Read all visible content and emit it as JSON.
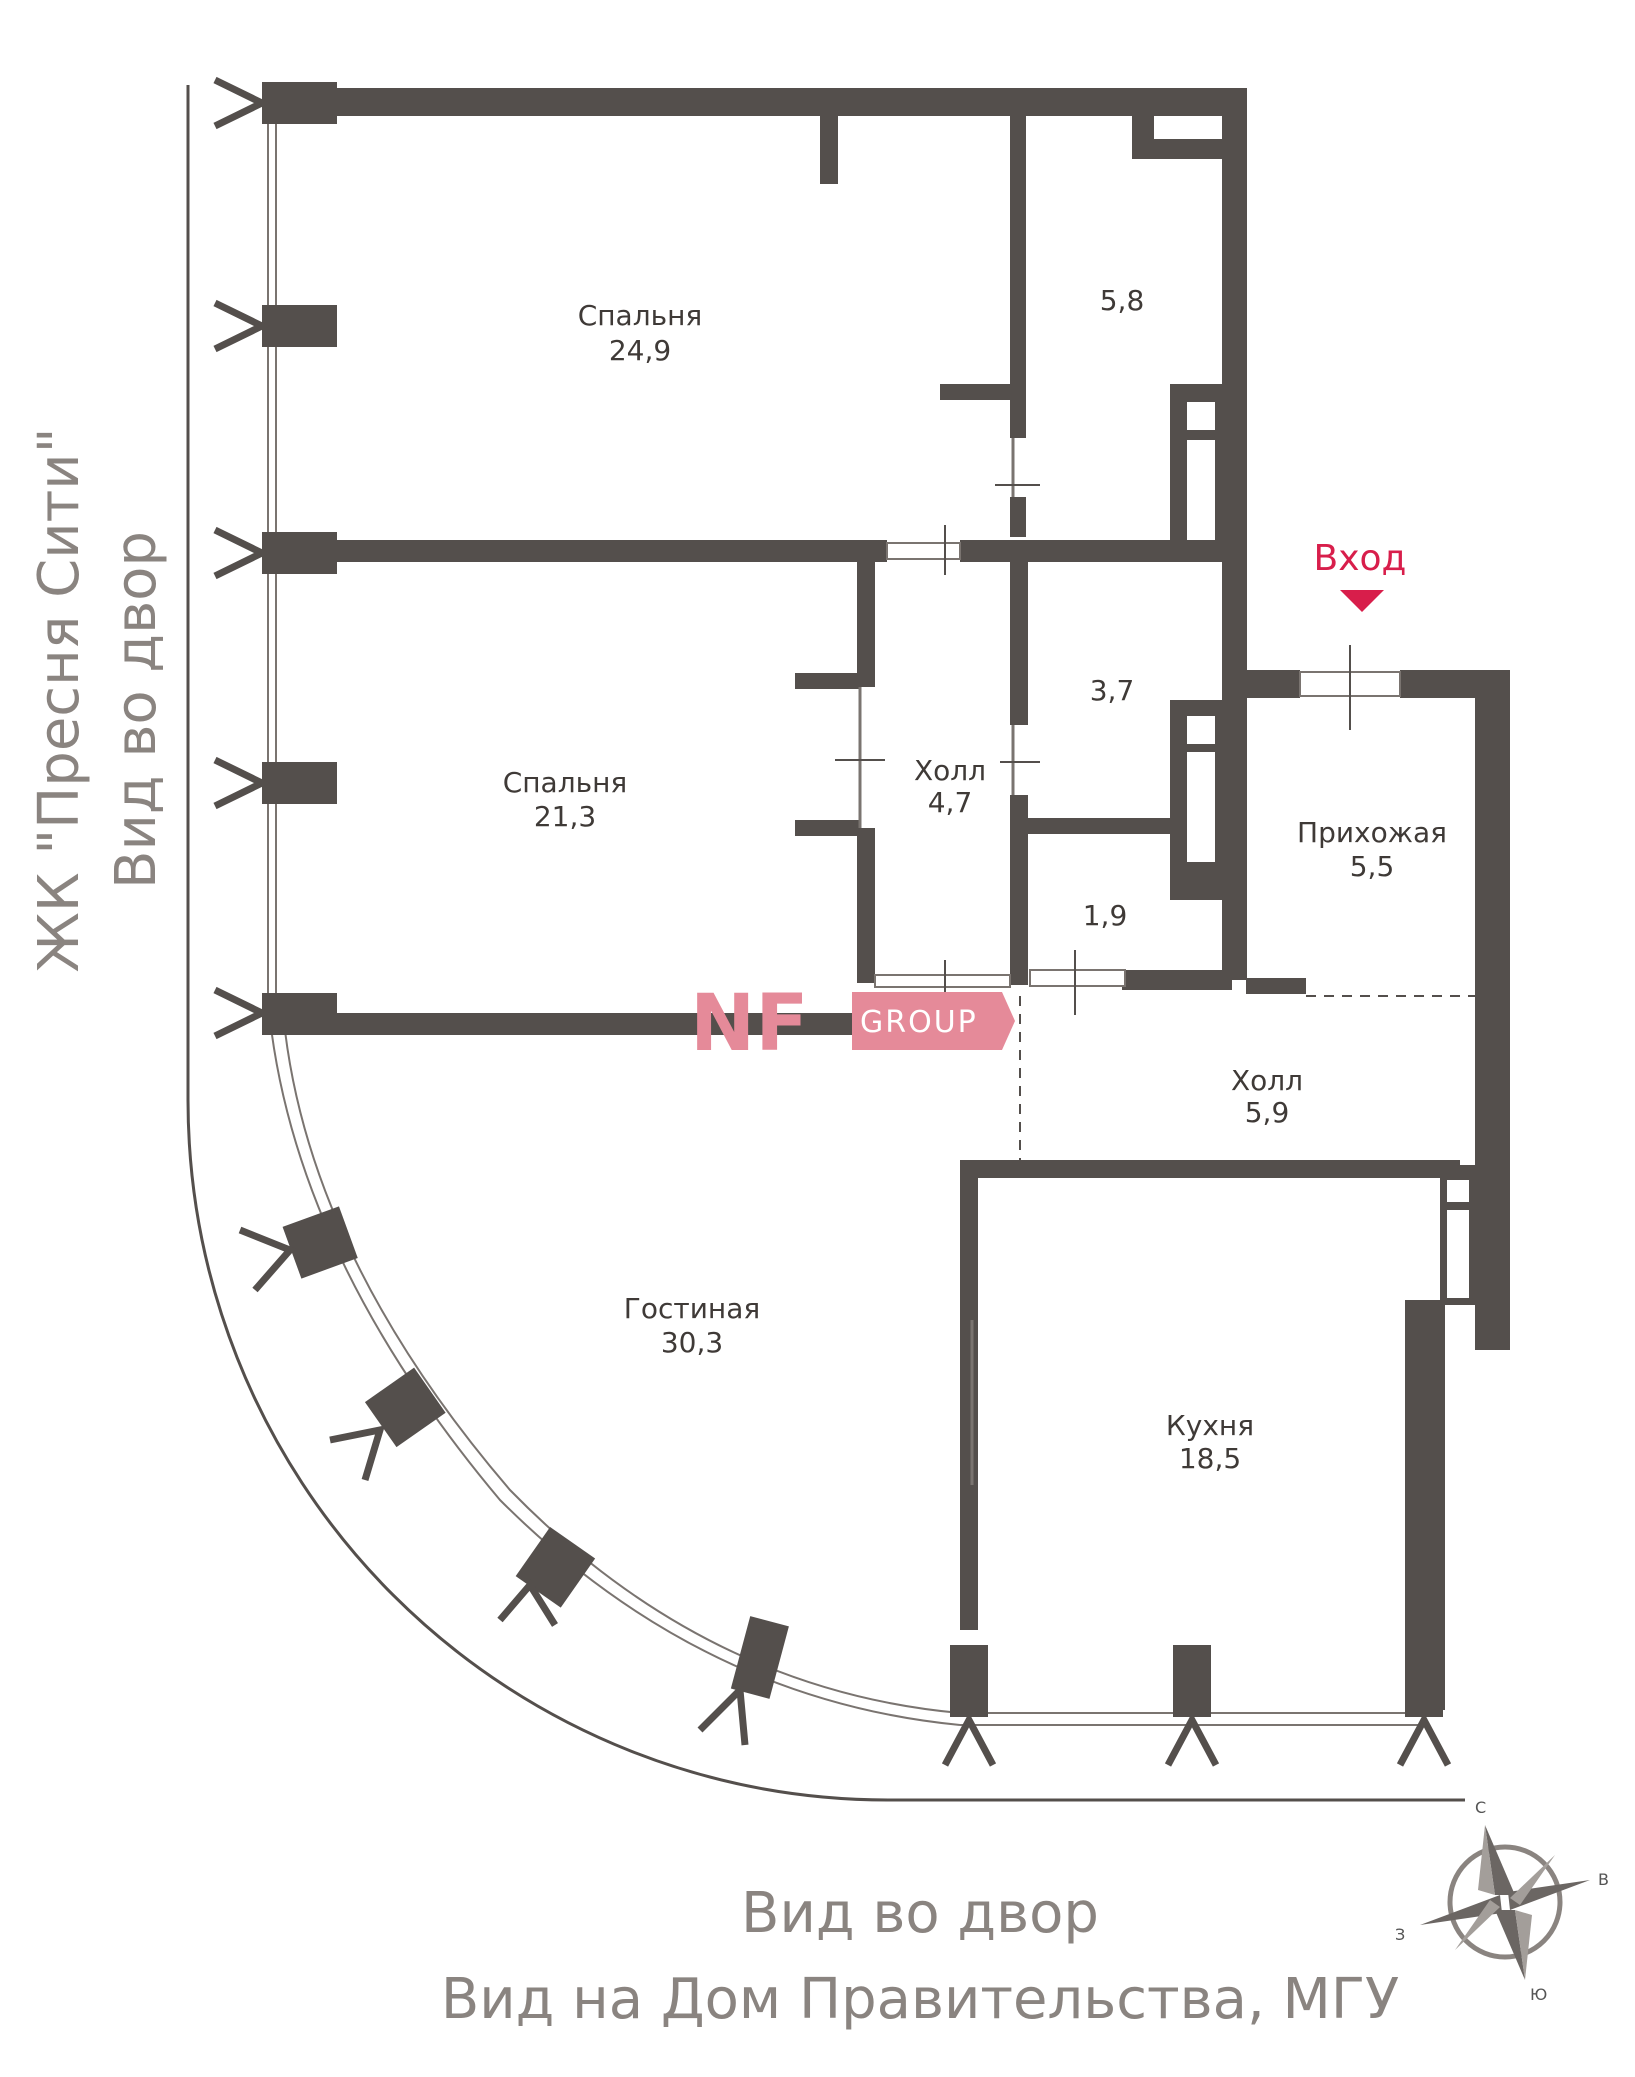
{
  "colors": {
    "wall": "#544f4c",
    "window_line": "#7a7470",
    "entrance": "#d81e4b",
    "view_text": "#8a8480",
    "watermark": "#e58a99"
  },
  "rooms": {
    "bedroom1": {
      "name": "Спальня",
      "area": "24,9"
    },
    "room58": {
      "area": "5,8"
    },
    "bedroom2": {
      "name": "Спальня",
      "area": "21,3"
    },
    "hall1": {
      "name": "Холл",
      "area": "4,7"
    },
    "room37": {
      "area": "3,7"
    },
    "room19": {
      "area": "1,9"
    },
    "prihozhaya": {
      "name": "Прихожая",
      "area": "5,5"
    },
    "hall2": {
      "name": "Холл",
      "area": "5,9"
    },
    "living": {
      "name": "Гостиная",
      "area": "30,3"
    },
    "kitchen": {
      "name": "Кухня",
      "area": "18,5"
    }
  },
  "entrance": {
    "label": "Вход"
  },
  "views": {
    "left_line1": "ЖК \"Пресня Сити\"",
    "left_line2": "Вид во двор",
    "bottom_line1": "Вид во двор",
    "bottom_line2": "Вид на Дом Правительства, МГУ"
  },
  "compass": {
    "n": "С",
    "e": "В",
    "s": "Ю",
    "w": "З"
  },
  "watermark": {
    "brand": "NF",
    "suffix": "GROUP"
  }
}
